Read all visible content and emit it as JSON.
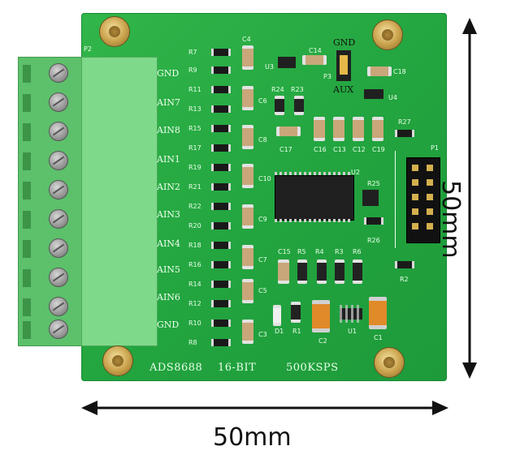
{
  "board": {
    "model_text": "ADS8688",
    "bits_text": "16-BIT",
    "rate_text": "500KSPS",
    "connector_label": "P2",
    "header_label": "P1",
    "jumper_label": "P3",
    "gnd_top": "GND",
    "aux_label": "AUX"
  },
  "pins": [
    "GND",
    "AIN7",
    "AIN8",
    "AIN1",
    "AIN2",
    "AIN3",
    "AIN4",
    "AIN5",
    "AIN6",
    "GND"
  ],
  "resistor_labels_left": [
    "R7",
    "R9",
    "R11",
    "R13",
    "R15",
    "R17",
    "R19",
    "R21",
    "R22",
    "R20",
    "R18",
    "R16",
    "R14",
    "R12",
    "R10",
    "R8"
  ],
  "cap_labels_right": [
    "C4",
    "C6",
    "C8",
    "C10",
    "C9",
    "C7",
    "C5",
    "C3"
  ],
  "misc_labels": {
    "u3": "U3",
    "c14": "C14",
    "c18": "C18",
    "u4": "U4",
    "r24": "R24",
    "r23": "R23",
    "r27": "R27",
    "c17": "C17",
    "c16": "C16",
    "c13": "C13",
    "c12": "C12",
    "c19": "C19",
    "u2": "U2",
    "r25": "R25",
    "r26": "R26",
    "c15": "C15",
    "r5": "R5",
    "r4": "R4",
    "r3": "R3",
    "r6": "R6",
    "r2": "R2",
    "d1": "D1",
    "r1": "R1",
    "c2": "C2",
    "u1": "U1",
    "c1": "C1"
  },
  "dimensions": {
    "width_label": "50mm",
    "height_label": "50mm"
  },
  "colors": {
    "pcb": "#22a43f",
    "terminal": "#7ed98a",
    "silkscreen": "#e9ffe9"
  }
}
